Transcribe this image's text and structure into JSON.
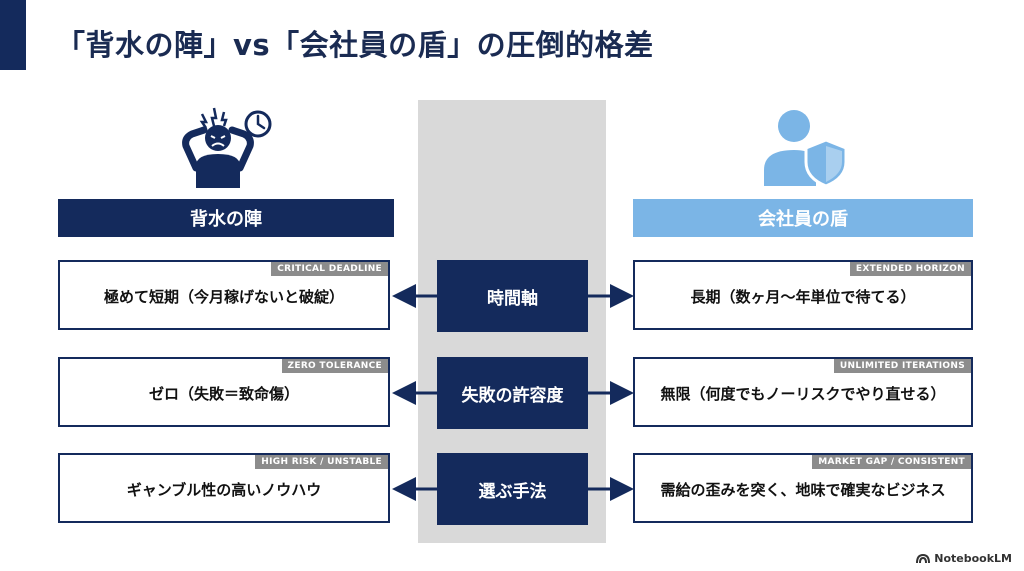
{
  "title": "「背水の陣」vs「会社員の盾」の圧倒的格差",
  "left_column": {
    "header": "背水の陣",
    "icon": "stressed-person-clock-icon",
    "rows": [
      {
        "tag": "CRITICAL DEADLINE",
        "text": "極めて短期（今月稼げないと破綻）"
      },
      {
        "tag": "ZERO TOLERANCE",
        "text": "ゼロ（失敗＝致命傷）"
      },
      {
        "tag": "HIGH RISK / UNSTABLE",
        "text": "ギャンブル性の高いノウハウ"
      }
    ]
  },
  "center_column": {
    "labels": [
      "時間軸",
      "失敗の許容度",
      "選ぶ手法"
    ]
  },
  "right_column": {
    "header": "会社員の盾",
    "icon": "person-shield-icon",
    "rows": [
      {
        "tag": "EXTENDED HORIZON",
        "text": "長期（数ヶ月〜年単位で待てる）"
      },
      {
        "tag": "UNLIMITED ITERATIONS",
        "text": "無限（何度でもノーリスクでやり直せる）"
      },
      {
        "tag": "MARKET GAP / CONSISTENT",
        "text": "需給の歪みを突く、地味で確実なビジネス"
      }
    ]
  },
  "brand": {
    "name": "NotebookLM",
    "icon": "notebooklm-logo-icon"
  },
  "colors": {
    "navy": "#142a5c",
    "light_blue": "#7bb5e6",
    "gray_band": "#d9d9d9",
    "tag_gray": "#8c8c8c"
  }
}
